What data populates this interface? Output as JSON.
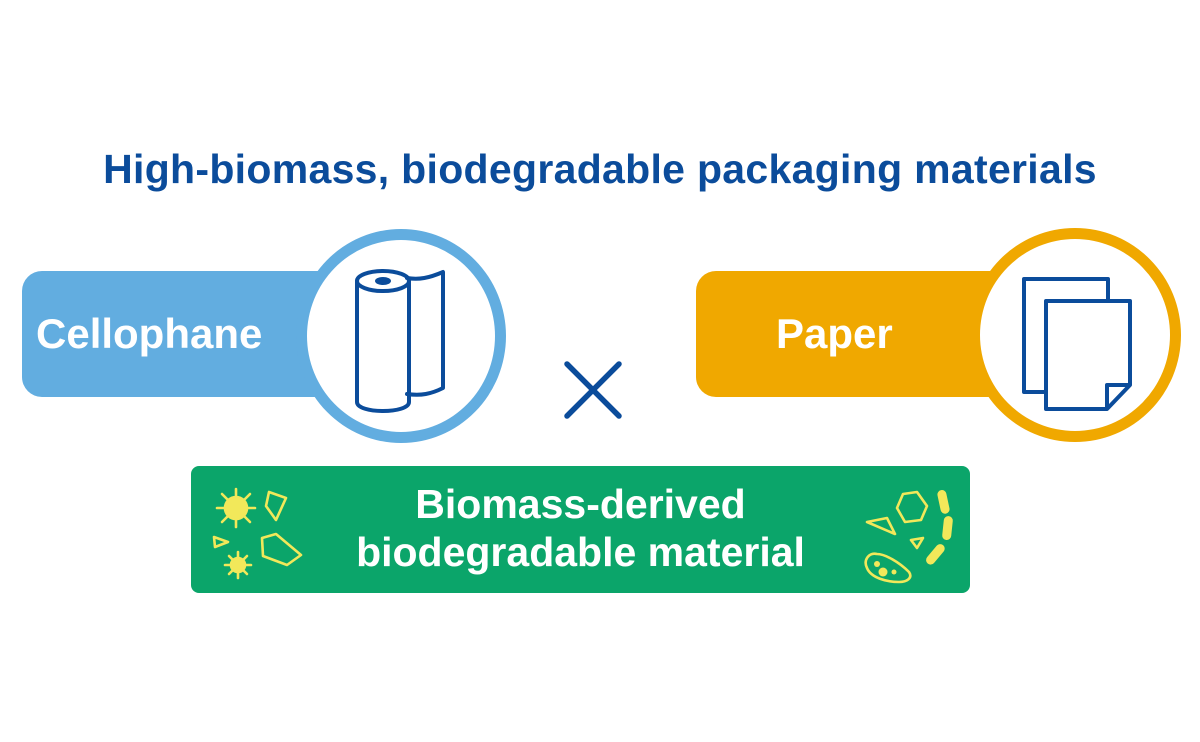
{
  "title": "High-biomass, biodegradable packaging materials",
  "colors": {
    "title": "#0b4c9b",
    "cellophane": "#62ade0",
    "paper": "#f0a800",
    "green": "#0ba56a",
    "icon_stroke": "#0b4c9b",
    "microbe": "#f2e85a"
  },
  "cellophane": {
    "label": "Cellophane",
    "icon": "film-roll-icon"
  },
  "paper": {
    "label": "Paper",
    "icon": "paper-sheets-icon"
  },
  "operator": {
    "symbol": "×",
    "icon": "times-icon"
  },
  "biomass": {
    "line1": "Biomass-derived",
    "line2": "biodegradable material",
    "icons": [
      "microbe-icon",
      "microbe-icon"
    ]
  }
}
